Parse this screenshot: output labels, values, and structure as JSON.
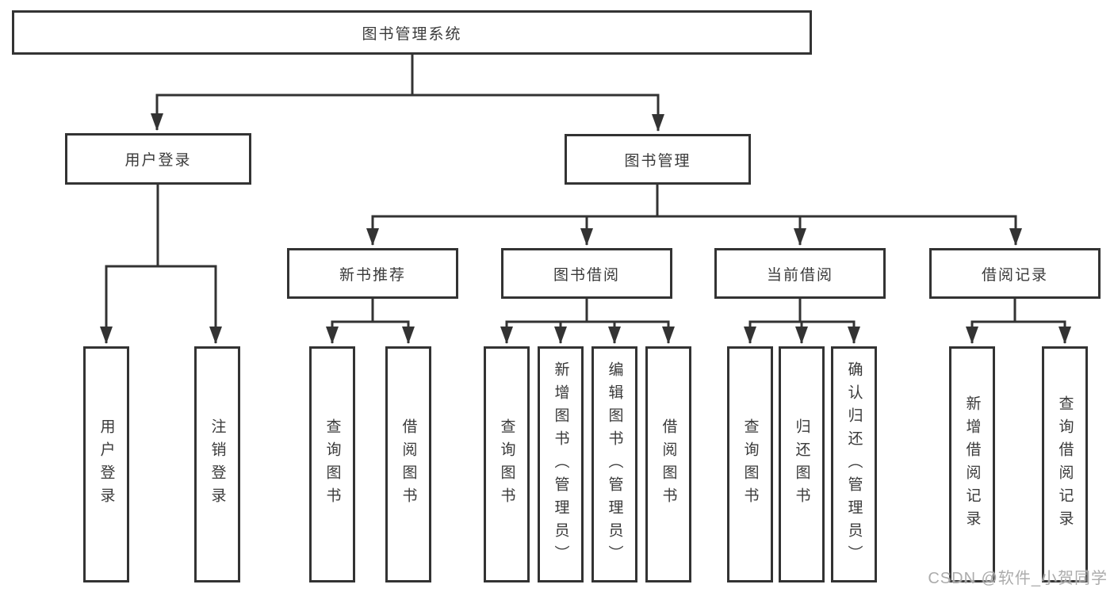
{
  "tree": {
    "root": "图书管理系统",
    "children": [
      {
        "label": "用户登录",
        "leaves": [
          "用户登录",
          "注销登录"
        ]
      },
      {
        "label": "图书管理",
        "children": [
          {
            "label": "新书推荐",
            "leaves": [
              "查询图书",
              "借阅图书"
            ]
          },
          {
            "label": "图书借阅",
            "leaves": [
              "查询图书",
              "新增图书（管理员）",
              "编辑图书（管理员）",
              "借阅图书"
            ]
          },
          {
            "label": "当前借阅",
            "leaves": [
              "查询图书",
              "归还图书",
              "确认归还（管理员）"
            ]
          },
          {
            "label": "借阅记录",
            "leaves": [
              "新增借阅记录",
              "查询借阅记录"
            ]
          }
        ]
      }
    ]
  },
  "watermark": "CSDN @软件_小贺同学",
  "colors": {
    "line": "#333333",
    "box_border": "#333333",
    "box_bg": "#ffffff",
    "text": "#3a3a3a",
    "watermark": "#a8a8a8"
  }
}
